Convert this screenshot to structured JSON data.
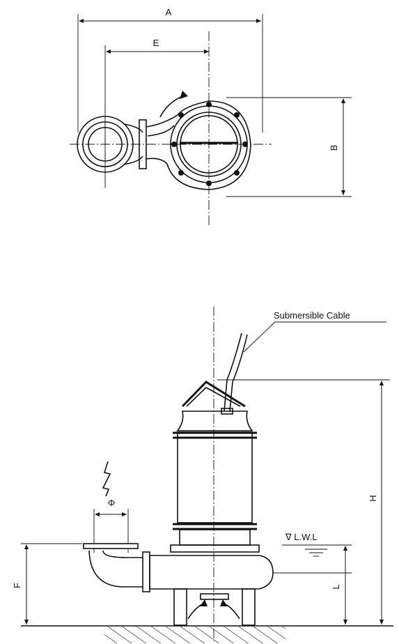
{
  "top_view": {
    "dim_a": "A",
    "dim_e": "E",
    "dim_b": "B"
  },
  "side_view": {
    "cable_label": "Submersible Cable",
    "lwl_label": "∇ L.W.L",
    "dim_h": "H",
    "dim_f": "F",
    "dim_l": "L",
    "dim_phi": "Φ"
  }
}
